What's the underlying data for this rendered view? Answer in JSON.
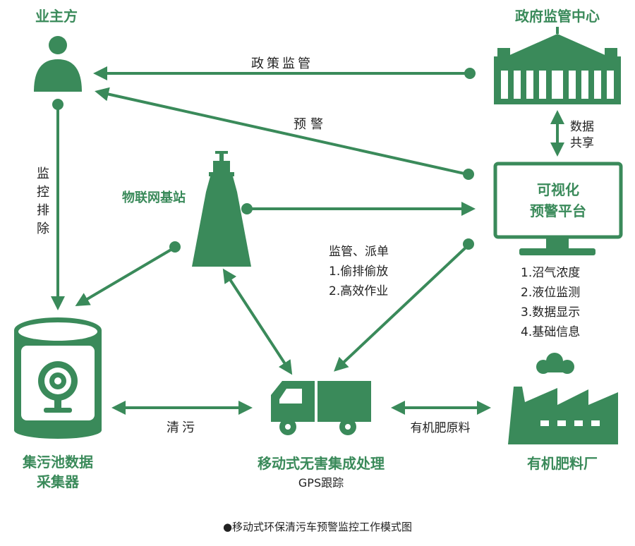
{
  "colors": {
    "green": "#3a8a5a",
    "text": "#222222",
    "background": "#ffffff"
  },
  "nodes": {
    "owner": {
      "title": "业主方",
      "icon": "person-icon"
    },
    "government": {
      "title": "政府监管中心",
      "icon": "government-building-icon"
    },
    "base_station": {
      "title": "物联网基站",
      "icon": "signal-tower-icon"
    },
    "platform": {
      "title_line1": "可视化",
      "title_line2": "预警平台",
      "icon": "monitor-icon",
      "features": [
        "1.沼气浓度",
        "2.液位监测",
        "3.数据显示",
        "4.基础信息"
      ]
    },
    "collector": {
      "title_line1": "集污池数据",
      "title_line2": "采集器",
      "icon": "camera-tank-icon"
    },
    "truck": {
      "title": "移动式无害集成处理",
      "subtitle": "GPS跟踪",
      "icon": "truck-icon"
    },
    "factory": {
      "title": "有机肥料厂",
      "icon": "factory-icon"
    }
  },
  "edges": {
    "policy": "政策监管",
    "warning": "预警",
    "data_share_1": "数据",
    "data_share_2": "共享",
    "monitor_discharge": [
      "监",
      "控",
      "排",
      "除"
    ],
    "dispatch": [
      "监管、派单",
      "1.偷排偷放",
      "2.高效作业"
    ],
    "clean": "清污",
    "fertilizer_material": "有机肥原料"
  },
  "caption": "●移动式环保清污车预警监控工作模式图"
}
